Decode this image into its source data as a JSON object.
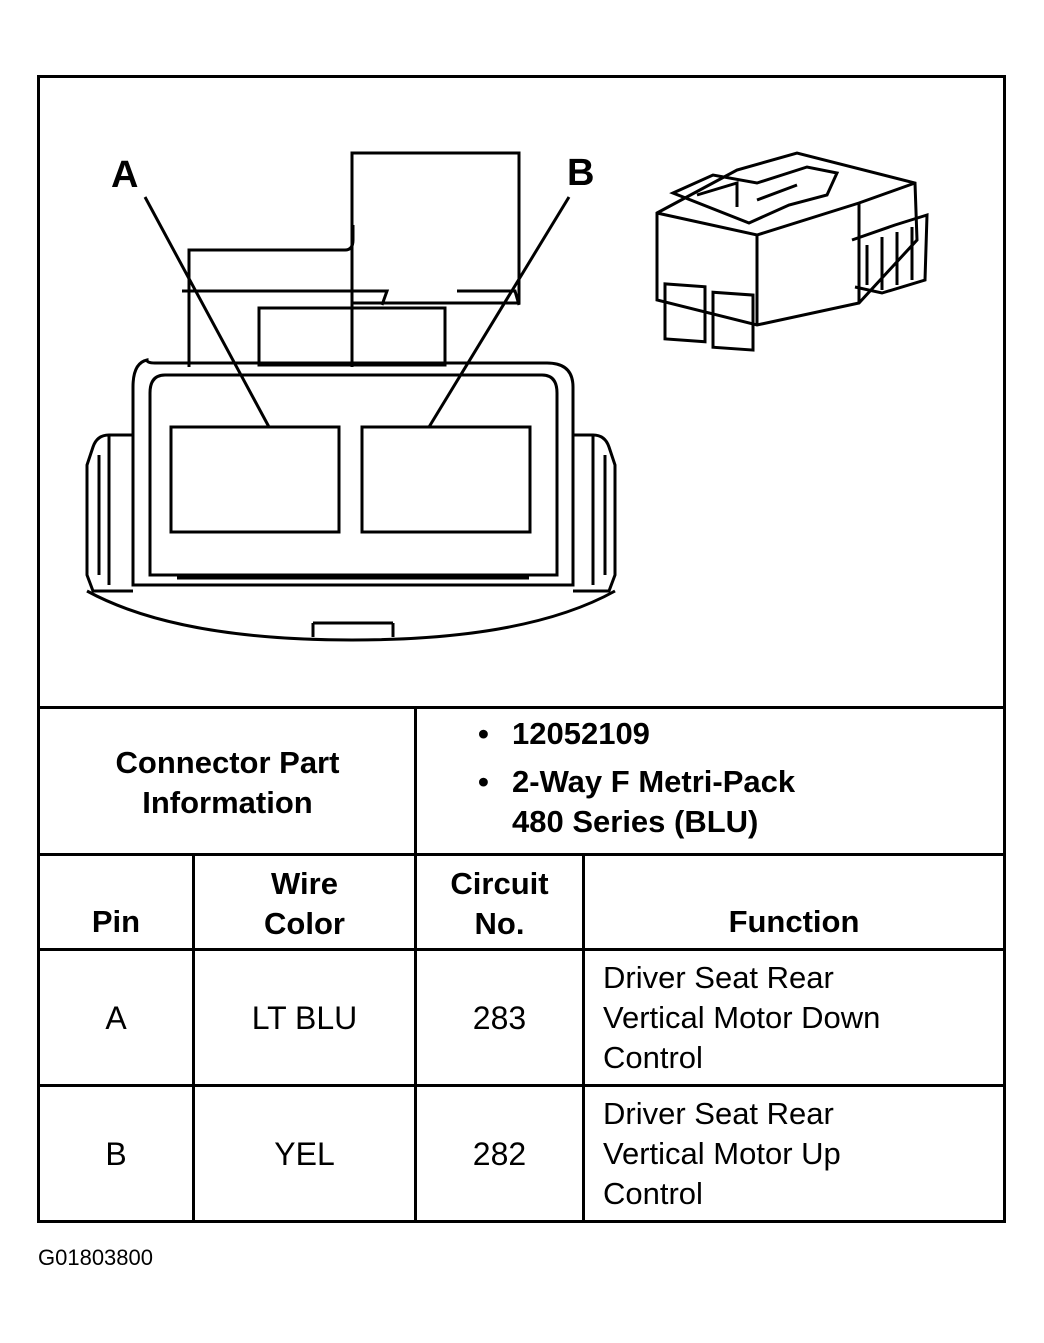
{
  "diagram": {
    "pin_labels": [
      "A",
      "B"
    ]
  },
  "connector_info": {
    "label": "Connector Part Information",
    "items": [
      "12052109",
      "2-Way F Metri-Pack 480 Series (BLU)"
    ]
  },
  "table": {
    "headers": {
      "pin": "Pin",
      "wire_color": "Wire Color",
      "circuit_no": "Circuit No.",
      "function": "Function"
    },
    "rows": [
      {
        "pin": "A",
        "wire_color": "LT BLU",
        "circuit_no": "283",
        "function": "Driver Seat Rear Vertical Motor Down Control"
      },
      {
        "pin": "B",
        "wire_color": "YEL",
        "circuit_no": "282",
        "function": "Driver Seat Rear Vertical Motor Up Control"
      }
    ]
  },
  "figure_id": "G01803800"
}
